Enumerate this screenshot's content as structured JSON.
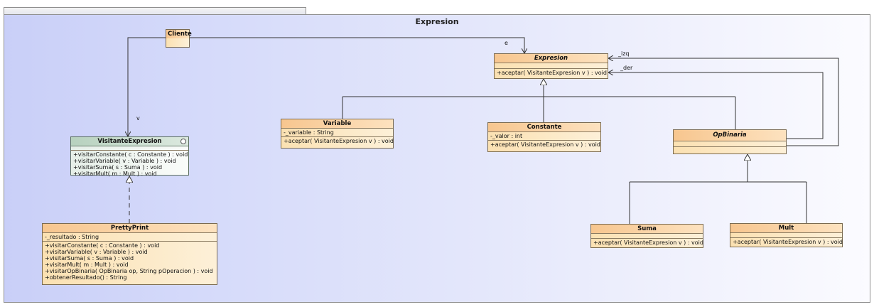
{
  "package": {
    "name": "Expresion"
  },
  "classes": {
    "cliente": {
      "name": "Cliente"
    },
    "expresion": {
      "name": "Expresion",
      "ops": [
        "+aceptar( VisitanteExpresion v ) : void"
      ]
    },
    "visitante": {
      "name": "VisitanteExpresion",
      "ops": [
        "+visitarConstante( c : Constante ) : void",
        "+visitarVariable( v : Variable ) : void",
        "+visitarSuma( s : Suma ) : void",
        "+visitarMult( m : Mult ) : void"
      ]
    },
    "variable": {
      "name": "Variable",
      "attrs": [
        "-_variable : String"
      ],
      "ops": [
        "+aceptar( VisitanteExpresion v ) : void"
      ]
    },
    "constante": {
      "name": "Constante",
      "attrs": [
        "-_valor : int"
      ],
      "ops": [
        "+aceptar( VisitanteExpresion v ) : void"
      ]
    },
    "opbinaria": {
      "name": "OpBinaria"
    },
    "prettyprint": {
      "name": "PrettyPrint",
      "attrs": [
        "-_resultado : String"
      ],
      "ops": [
        "+visitarConstante( c : Constante ) : void",
        "+visitarVariable( v : Variable ) : void",
        "+visitarSuma( s : Suma ) : void",
        "+visitarMult( m : Mult ) : void",
        "+visitarOpBinaria( OpBinaria op, String pOperacion ) : void",
        "+obtenerResultado() : String"
      ]
    },
    "suma": {
      "name": "Suma",
      "ops": [
        "+aceptar( VisitanteExpresion v ) : void"
      ]
    },
    "mult": {
      "name": "Mult",
      "ops": [
        "+aceptar( VisitanteExpresion v ) : void"
      ]
    }
  },
  "roles": {
    "e": "e",
    "v": "v",
    "izq": "_izq",
    "der": "_der"
  }
}
